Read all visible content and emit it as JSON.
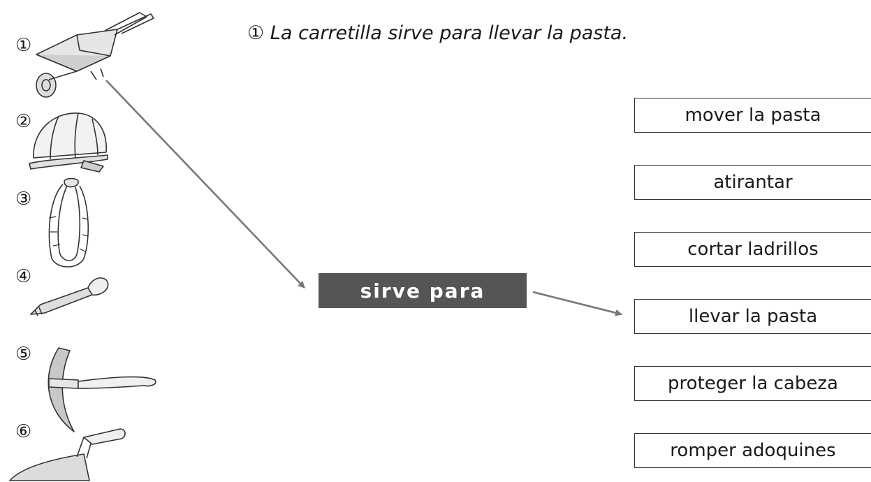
{
  "items": [
    {
      "number": "①",
      "icon": "wheelbarrow-icon"
    },
    {
      "number": "②",
      "icon": "helmet-icon"
    },
    {
      "number": "③",
      "icon": "rope-icon"
    },
    {
      "number": "④",
      "icon": "chisel-icon"
    },
    {
      "number": "⑤",
      "icon": "pickaxe-icon"
    },
    {
      "number": "⑥",
      "icon": "trowel-icon"
    }
  ],
  "example_sentence": "① La carretilla sirve para llevar la pasta.",
  "connector_label": "sirve para",
  "answers": [
    "mover la pasta",
    "atirantar",
    "cortar ladrillos",
    "llevar la pasta",
    "proteger la cabeza",
    "romper adoquines"
  ],
  "colors": {
    "connector_bg": "#555555",
    "arrow": "#777777"
  }
}
